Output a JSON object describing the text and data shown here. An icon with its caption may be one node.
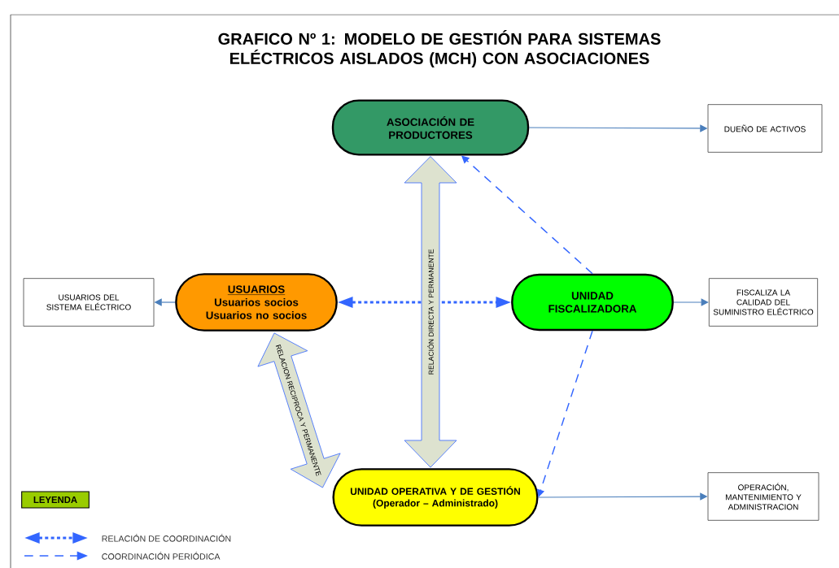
{
  "diagram": {
    "title": "GRAFICO Nº 1: MODELO DE GESTIÓN PARA SISTEMAS ELÉCTRICOS AISLADOS (MCH) CON ASOCIACIONES",
    "nodes": [
      {
        "text": [
          "ASOCIACIÓN DE PRODUCTORES"
        ]
      },
      {
        "text": [
          "DUEÑO DE ACTIVOS"
        ]
      },
      {
        "text": [
          "USUARIOS",
          "Usuarios socios",
          "Usuarios no socios"
        ]
      },
      {
        "text": [
          "USUARIOS DEL SISTEMA ELÉCTRICO"
        ]
      },
      {
        "text": [
          "UNIDAD FISCALIZADORA"
        ]
      },
      {
        "text": [
          "FISCALIZA LA CALIDAD DEL SUMINISTRO ELÉCTRICO"
        ]
      },
      {
        "text": [
          "UNIDAD OPERATIVA Y DE GESTIÓN",
          "(Operador – Administrado)"
        ]
      },
      {
        "text": [
          "OPERACIÓN, MANTENIMIENTO Y ADMINISTRACION"
        ]
      },
      {
        "text": [
          "LEYENDA"
        ]
      }
    ],
    "edges": [
      {
        "from": 0,
        "to": 1,
        "arrow": "to"
      },
      {
        "from": 2,
        "to": 3,
        "arrow": "to"
      },
      {
        "from": 4,
        "to": 5,
        "arrow": "to"
      },
      {
        "from": 6,
        "to": 7,
        "arrow": "to"
      },
      {
        "from": 2,
        "to": 4,
        "arrow": "both",
        "style": "dashed",
        "color": "#3366ff"
      },
      {
        "from": 4,
        "to": 0,
        "arrow": "to",
        "style": "dashed",
        "color": "#3366ff"
      },
      {
        "from": 4,
        "to": 6,
        "arrow": "to",
        "style": "dashed",
        "color": "#3366ff"
      },
      {
        "from": 0,
        "to": 6,
        "arrow": "both",
        "label": "RELACIÓN DIRECTA Y PERMANENTE",
        "style": "thick",
        "color": "#3366ff"
      },
      {
        "from": 2,
        "to": 6,
        "arrow": "both",
        "label": "RELACION RECIPROCA Y PERMANENTE",
        "style": "thick",
        "color": "#3366ff"
      }
    ],
    "legend": [
      {
        "text": "RELACIÓN DE COORDINACIÓN"
      },
      {
        "text": "COORDINACIÓN PERIÓDICA"
      }
    ]
  }
}
